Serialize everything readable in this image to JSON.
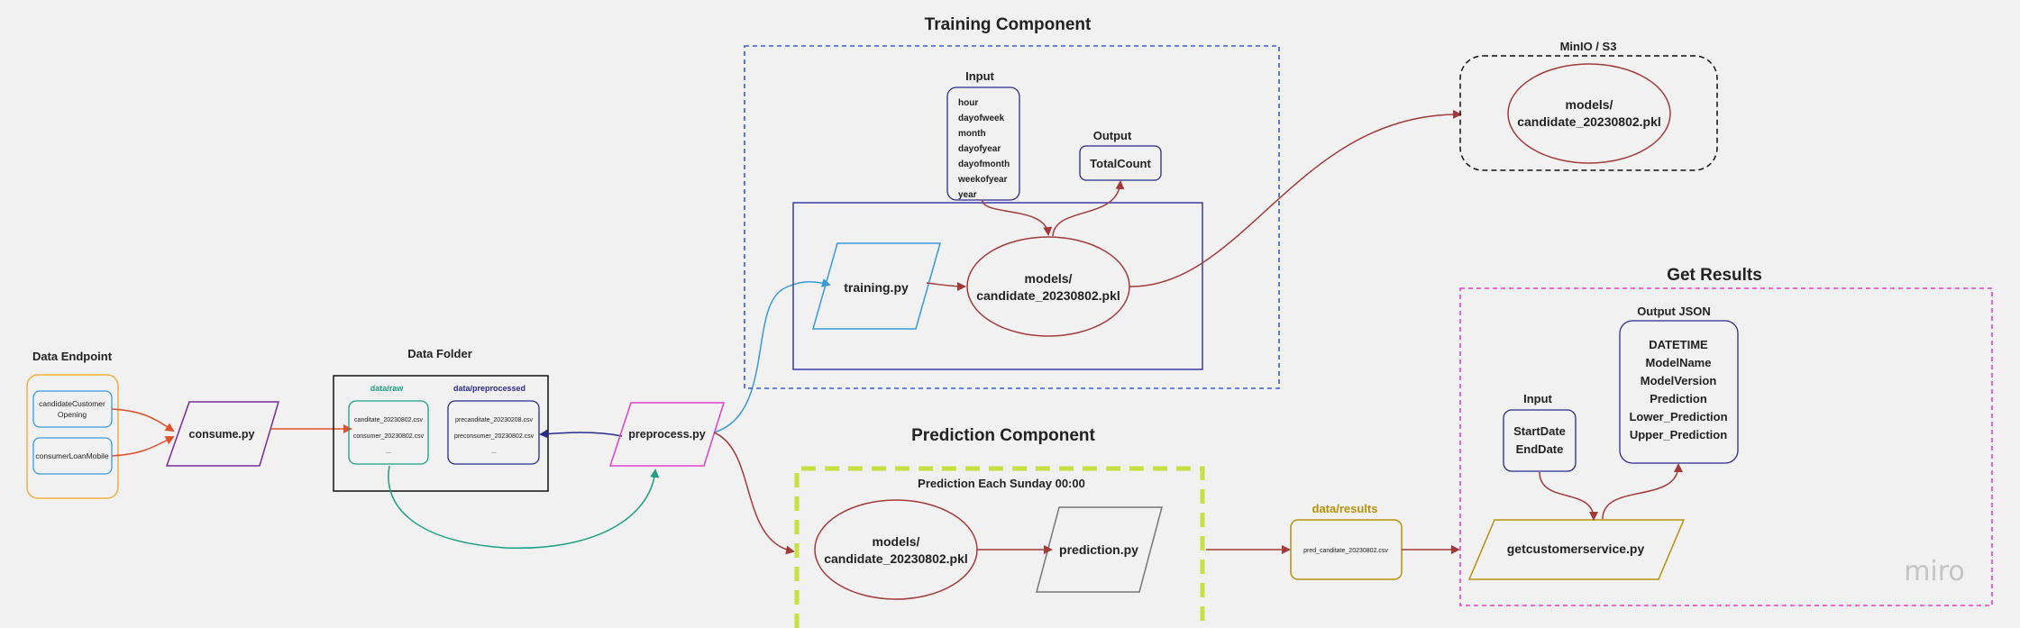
{
  "colors": {
    "background": "#f1f1f1",
    "arrow": "#a33a3a",
    "orange_arrow": "#e0502a",
    "blue_arrow": "#3a9ad9",
    "green_arrow": "#1aa080",
    "navy_arrow": "#2a2a8a",
    "training_border": "#3a5bd9",
    "results_border": "#e040c8",
    "prediction_border": "#c8e040",
    "data_results": "#b8900a",
    "pink_node": "#e040c8",
    "purple_node": "#7a2a9a"
  },
  "data_endpoint": {
    "title": "Data Endpoint",
    "item1_line1": "candidateCustomer",
    "item1_line2": "Opening",
    "item2": "consumerLoanMobile"
  },
  "consume": {
    "label": "consume.py"
  },
  "data_folder": {
    "title": "Data Folder",
    "raw_title": "data/raw",
    "raw_files": [
      "canditate_20230802.csv",
      "consumer_20230802.csv",
      "..."
    ],
    "pre_title": "data/preprocessed",
    "pre_files": [
      "precanditate_20230208.csv",
      "preconsumer_20230802.csv",
      "..."
    ]
  },
  "preprocess": {
    "label": "preprocess.py"
  },
  "training": {
    "title": "Training Component",
    "input_title": "Input",
    "input_features": [
      "hour",
      "dayofweek",
      "month",
      "dayofyear",
      "dayofmonth",
      "weekofyear",
      "year"
    ],
    "output_title": "Output",
    "output_value": "TotalCount",
    "script": "training.py",
    "model_line1": "models/",
    "model_line2": "candidate_20230802.pkl"
  },
  "storage": {
    "title": "MinIO / S3",
    "model_line1": "models/",
    "model_line2": "candidate_20230802.pkl"
  },
  "prediction": {
    "title": "Prediction Component",
    "schedule": "Prediction Each Sunday 00:00",
    "model_line1": "models/",
    "model_line2": "candidate_20230802.pkl",
    "script": "prediction.py"
  },
  "results_data": {
    "title": "data/results",
    "file": "pred_canditate_20230802.csv"
  },
  "get_results": {
    "title": "Get Results",
    "input_title": "Input",
    "inputs": [
      "StartDate",
      "EndDate"
    ],
    "output_title": "Output JSON",
    "outputs": [
      "DATETIME",
      "ModelName",
      "ModelVersion",
      "Prediction",
      "Lower_Prediction",
      "Upper_Prediction"
    ],
    "service": "getcustomerservice.py"
  },
  "watermark": "miro"
}
